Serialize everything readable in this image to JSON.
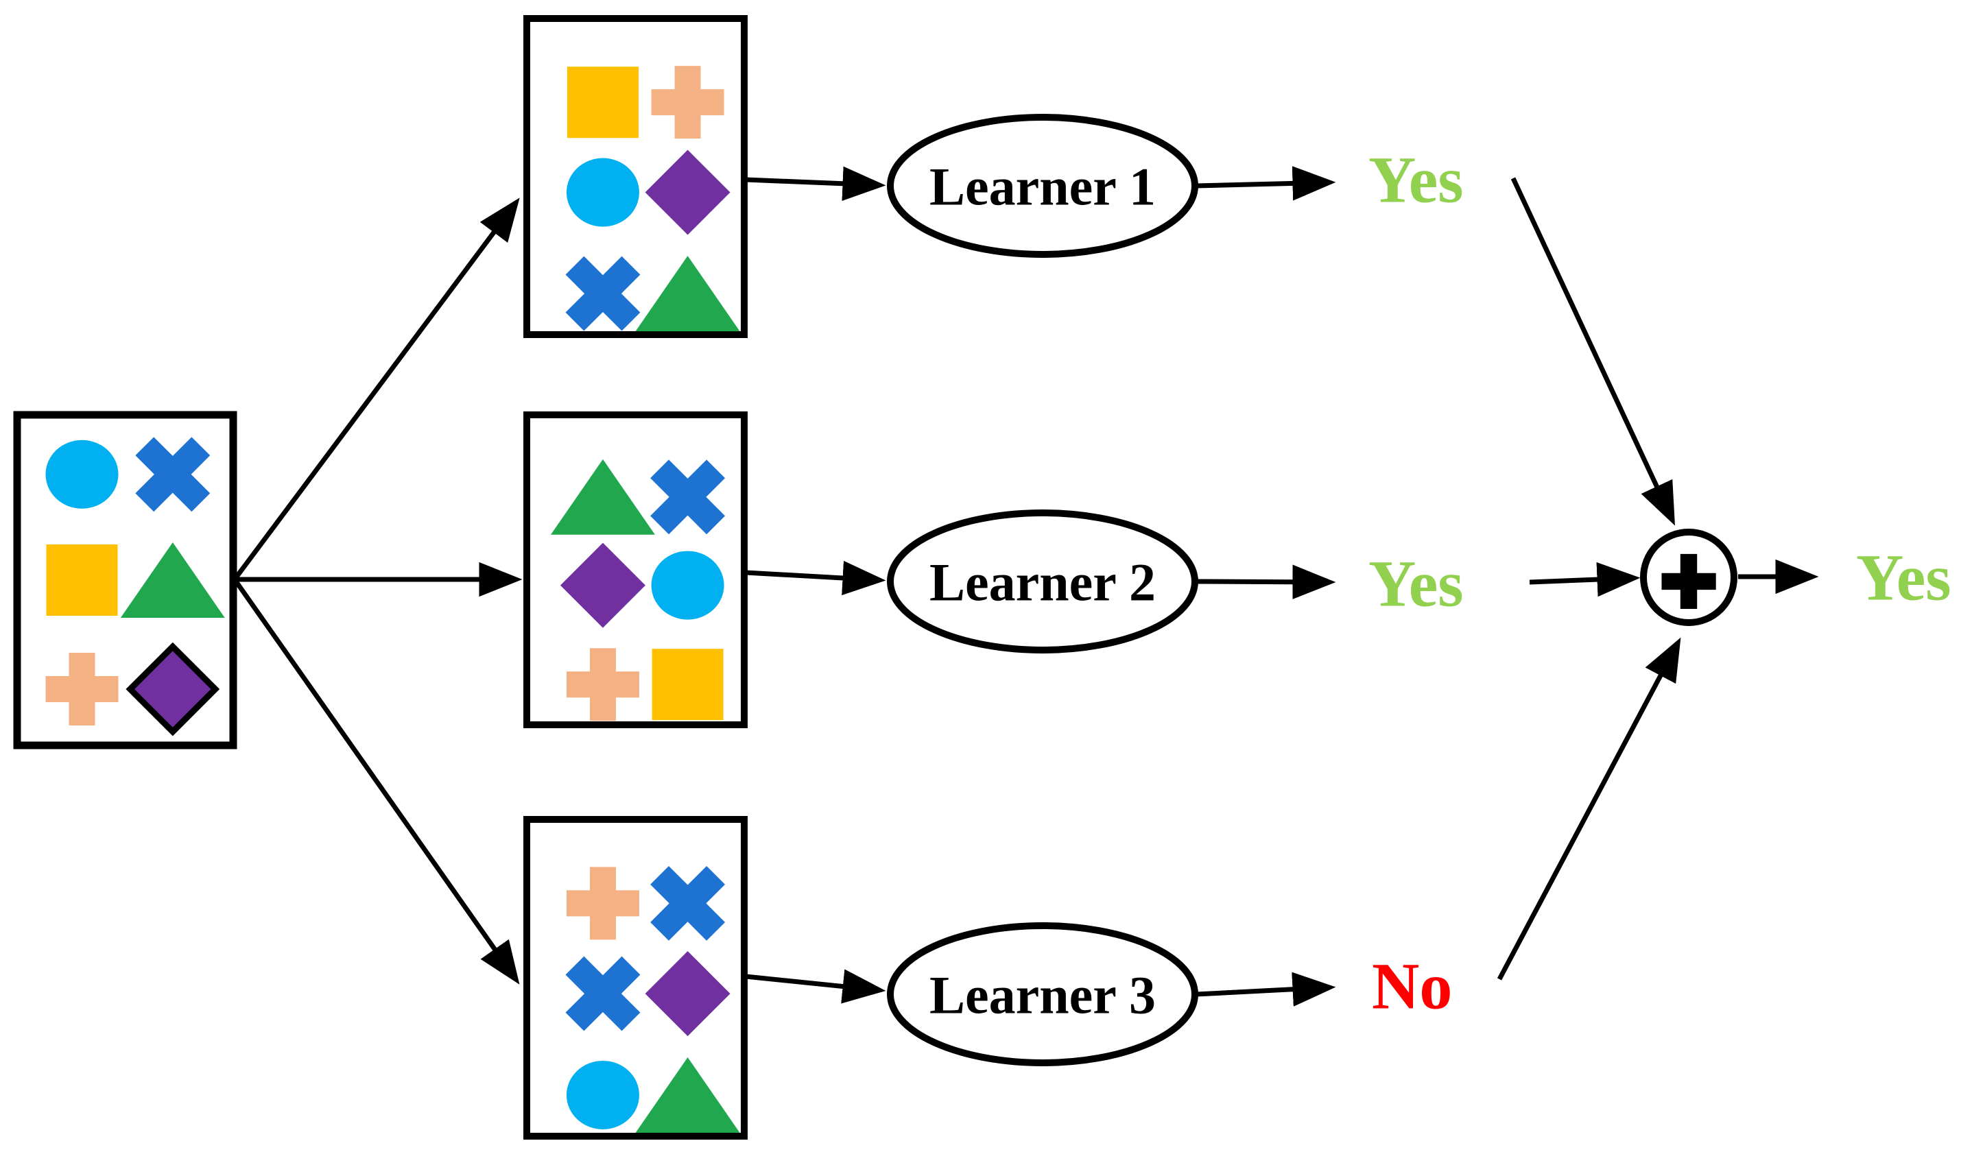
{
  "colors": {
    "circle": "#00B0F0",
    "cross": "#1E73D2",
    "square": "#FFC000",
    "triangle": "#21A84F",
    "plus": "#F4B183",
    "diamond": "#7030A0",
    "yes": "#92D050",
    "no": "#FF0000",
    "ink": "#000000"
  },
  "dataset_box": {
    "rows": [
      [
        "circle",
        "cross"
      ],
      [
        "square",
        "triangle"
      ],
      [
        "plus",
        "diamond"
      ]
    ]
  },
  "sample_boxes": [
    {
      "rows": [
        [
          "square",
          "plus"
        ],
        [
          "circle",
          "diamond"
        ],
        [
          "cross",
          "triangle"
        ]
      ]
    },
    {
      "rows": [
        [
          "triangle",
          "cross"
        ],
        [
          "diamond",
          "circle"
        ],
        [
          "plus",
          "square"
        ]
      ]
    },
    {
      "rows": [
        [
          "plus",
          "cross"
        ],
        [
          "cross",
          "diamond"
        ],
        [
          "circle",
          "triangle"
        ]
      ]
    }
  ],
  "learners": [
    {
      "label": "Learner 1",
      "output": "Yes",
      "output_color": "#92D050"
    },
    {
      "label": "Learner 2",
      "output": "Yes",
      "output_color": "#92D050"
    },
    {
      "label": "Learner 3",
      "output": "No",
      "output_color": "#FF0000"
    }
  ],
  "aggregator": {
    "symbol": "+",
    "final_output": "Yes",
    "final_output_color": "#92D050"
  }
}
